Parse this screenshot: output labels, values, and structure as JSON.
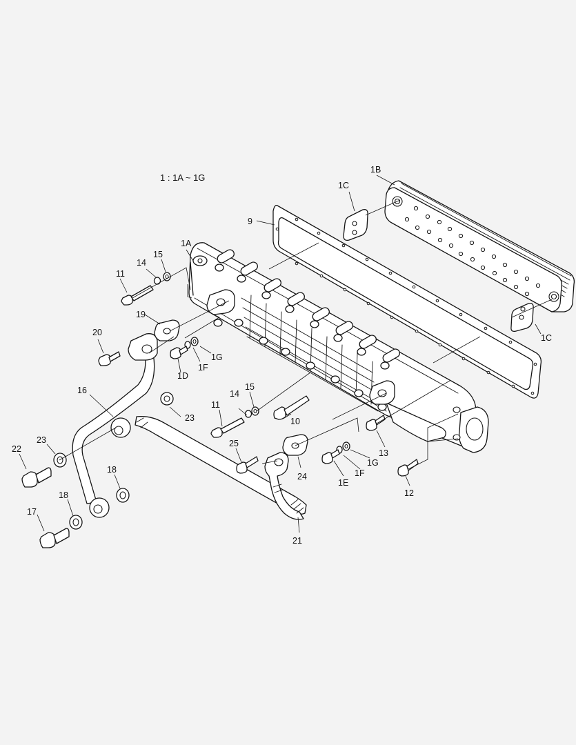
{
  "diagram": {
    "caption": "1 : 1A ~ 1G",
    "labels": [
      {
        "id": "lbl-1a",
        "text": "1A"
      },
      {
        "id": "lbl-1b",
        "text": "1B"
      },
      {
        "id": "lbl-1c-top",
        "text": "1C"
      },
      {
        "id": "lbl-1c-right",
        "text": "1C"
      },
      {
        "id": "lbl-1d",
        "text": "1D"
      },
      {
        "id": "lbl-1e",
        "text": "1E"
      },
      {
        "id": "lbl-1f-a",
        "text": "1F"
      },
      {
        "id": "lbl-1f-b",
        "text": "1F"
      },
      {
        "id": "lbl-1g-a",
        "text": "1G"
      },
      {
        "id": "lbl-1g-b",
        "text": "1G"
      },
      {
        "id": "lbl-9",
        "text": "9"
      },
      {
        "id": "lbl-10",
        "text": "10"
      },
      {
        "id": "lbl-11-a",
        "text": "11"
      },
      {
        "id": "lbl-11-b",
        "text": "11"
      },
      {
        "id": "lbl-12",
        "text": "12"
      },
      {
        "id": "lbl-13",
        "text": "13"
      },
      {
        "id": "lbl-14-a",
        "text": "14"
      },
      {
        "id": "lbl-14-b",
        "text": "14"
      },
      {
        "id": "lbl-15-a",
        "text": "15"
      },
      {
        "id": "lbl-15-b",
        "text": "15"
      },
      {
        "id": "lbl-16",
        "text": "16"
      },
      {
        "id": "lbl-17",
        "text": "17"
      },
      {
        "id": "lbl-18-a",
        "text": "18"
      },
      {
        "id": "lbl-18-b",
        "text": "18"
      },
      {
        "id": "lbl-19",
        "text": "19"
      },
      {
        "id": "lbl-20",
        "text": "20"
      },
      {
        "id": "lbl-21",
        "text": "21"
      },
      {
        "id": "lbl-22",
        "text": "22"
      },
      {
        "id": "lbl-23-a",
        "text": "23"
      },
      {
        "id": "lbl-23-b",
        "text": "23"
      },
      {
        "id": "lbl-24",
        "text": "24"
      },
      {
        "id": "lbl-25",
        "text": "25"
      }
    ]
  }
}
